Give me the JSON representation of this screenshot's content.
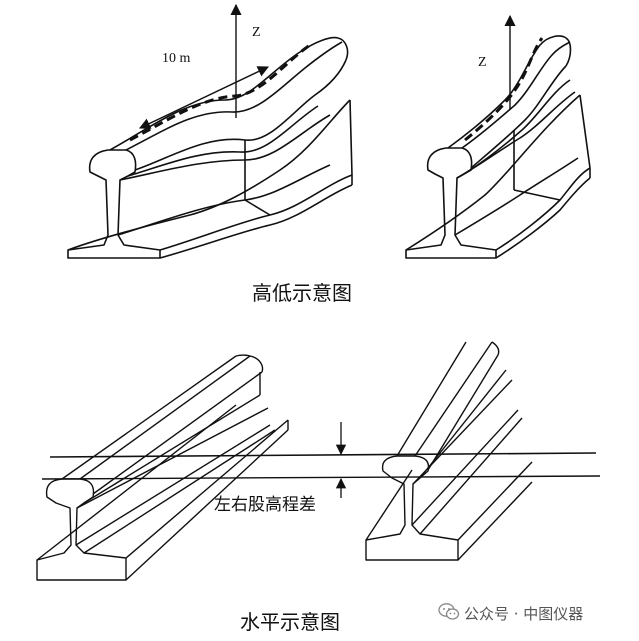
{
  "top": {
    "caption": "高低示意图",
    "length_label": "10 m",
    "z_label_left": "Z",
    "z_label_right": "Z"
  },
  "bottom": {
    "caption": "水平示意图",
    "diff_label": "左右股高程差"
  },
  "watermark": {
    "text": "公众号 · 中图仪器",
    "icon": "wechat-icon"
  }
}
